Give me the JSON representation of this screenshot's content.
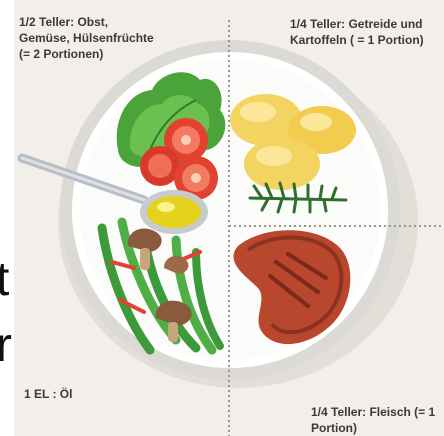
{
  "colors": {
    "panel": "#f2eee9",
    "plate_rim": "#d9d7d2",
    "plate": "#ffffff",
    "lettuce": "#4aa43a",
    "tomato": "#e2422f",
    "beans": "#3d9a3a",
    "mushroom": "#8a5a3c",
    "potato": "#f4d460",
    "meat": "#b8472e",
    "oil": "#e5d21c",
    "spoon": "#b9bec4",
    "rosemary": "#2e6f2c",
    "divider": "#9b9590"
  },
  "labels": {
    "top_left": [
      "1/2 Teller: Obst,",
      "Gemüse, Hülsenfrüchte",
      "(= 2 Portionen)"
    ],
    "top_right": [
      "1/4 Teller: Getreide und",
      "Kartoffeln ( = 1 Portion)"
    ],
    "bottom_left": [
      "1 EL : Öl"
    ],
    "bottom_right": [
      "1/4 Teller: Fleisch (= 1",
      "Portion)"
    ]
  },
  "background_text": [
    "t",
    "r"
  ],
  "icons": {
    "plate": "plate-icon",
    "lettuce": "lettuce-icon",
    "tomato": "tomato-icon",
    "beans": "green-beans-icon",
    "mushroom": "mushroom-icon",
    "potato": "potato-icon",
    "meat": "meat-icon",
    "oil_spoon": "oil-spoon-icon",
    "rosemary": "rosemary-icon"
  }
}
